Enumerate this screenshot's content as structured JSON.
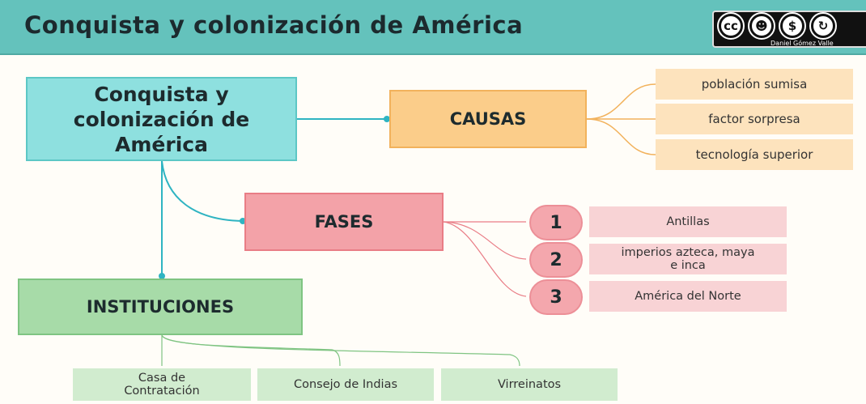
{
  "header": {
    "title": "Conquista y colonización de América",
    "license": {
      "icons": [
        "cc",
        "by",
        "nc",
        "sa"
      ],
      "author": "Daniel Gómez Valle"
    }
  },
  "diagram": {
    "root": "Conquista y colonización de América",
    "causas": {
      "title": "CAUSAS",
      "items": [
        "población sumisa",
        "factor sorpresa",
        "tecnología superior"
      ]
    },
    "fases": {
      "title": "FASES",
      "items": [
        {
          "number": "1",
          "label": "Antillas"
        },
        {
          "number": "2",
          "label": "imperios azteca, maya e inca"
        },
        {
          "number": "3",
          "label": "América del Norte"
        }
      ]
    },
    "instituciones": {
      "title": "INSTITUCIONES",
      "items": [
        "Casa de Contratación",
        "Consejo de Indias",
        "Virreinatos"
      ]
    }
  },
  "colors": {
    "header": "#64c2bc",
    "root": "#8ee0df",
    "causas": "#fbcd8a",
    "fases": "#f3a2a8",
    "instituciones": "#a7dba8"
  }
}
